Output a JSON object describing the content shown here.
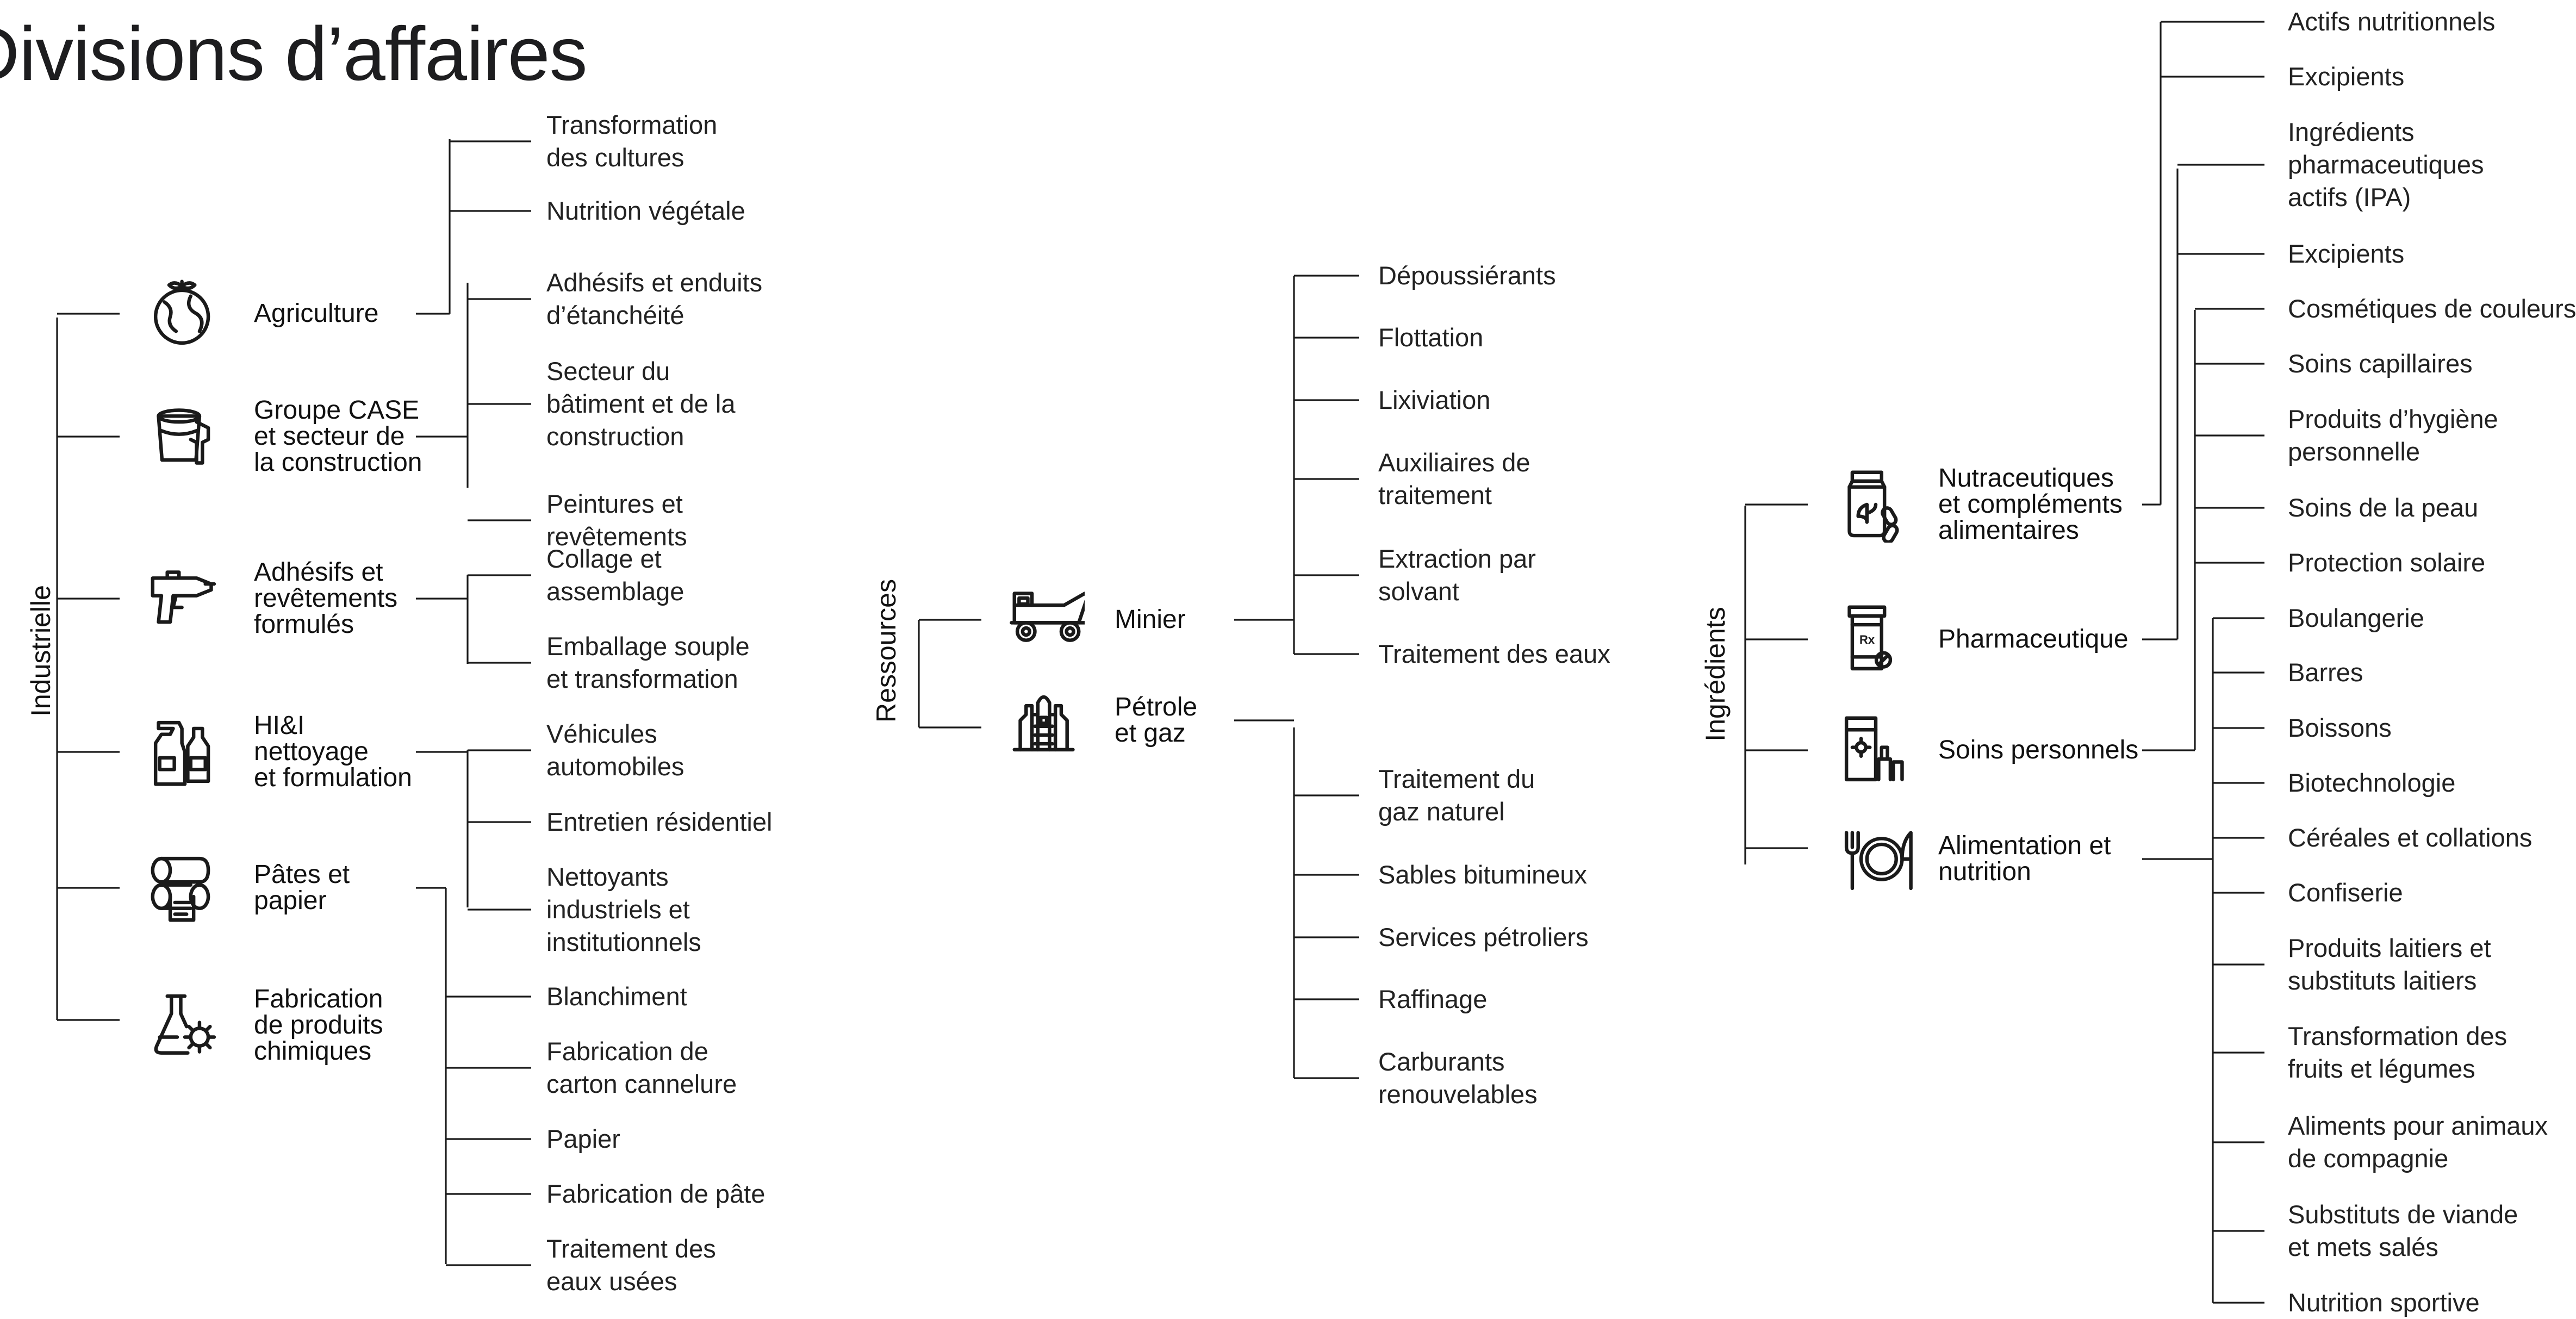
{
  "title": "Divisions d’affaires",
  "sections": [
    {
      "label": "Industrielle",
      "categories": [
        {
          "label": [
            "Agriculture"
          ],
          "icon": "globe-sprout-icon",
          "items": [
            [
              "Transformation",
              "des cultures"
            ],
            [
              "Nutrition végétale"
            ]
          ]
        },
        {
          "label": [
            "Groupe CASE",
            "et secteur de",
            "la construction"
          ],
          "icon": "paint-bucket-icon",
          "items": [
            [
              "Adhésifs et enduits",
              "d’étanchéité"
            ],
            [
              "Secteur du",
              "bâtiment et de la",
              "construction"
            ],
            [
              "Peintures et",
              "revêtements"
            ]
          ]
        },
        {
          "label": [
            "Adhésifs et",
            "revêtements",
            "formulés"
          ],
          "icon": "glue-gun-icon",
          "items": [
            [
              "Collage et",
              "assemblage"
            ],
            [
              "Emballage souple",
              "et transformation"
            ]
          ]
        },
        {
          "label": [
            "HI&I",
            "nettoyage",
            "et formulation"
          ],
          "icon": "cleaning-bottles-icon",
          "items": [
            [
              "Véhicules",
              "automobiles"
            ],
            [
              "Entretien résidentiel"
            ],
            [
              "Nettoyants",
              "industriels et",
              "institutionnels"
            ]
          ]
        },
        {
          "label": [
            "Pâtes et",
            "papier"
          ],
          "icon": "paper-rolls-icon",
          "items": [
            [
              "Blanchiment"
            ],
            [
              "Fabrication de",
              "carton cannelure"
            ],
            [
              "Papier"
            ],
            [
              "Fabrication de pâte"
            ],
            [
              "Traitement des",
              "eaux usées"
            ]
          ]
        },
        {
          "label": [
            "Fabrication",
            "de produits",
            "chimiques"
          ],
          "icon": "flask-gear-icon",
          "items": []
        }
      ]
    },
    {
      "label": "Ressources",
      "categories": [
        {
          "label": [
            "Minier"
          ],
          "icon": "mining-truck-icon",
          "items": [
            [
              "Dépoussiérants"
            ],
            [
              "Flottation"
            ],
            [
              "Lixiviation"
            ],
            [
              "Auxiliaires de",
              "traitement"
            ],
            [
              "Extraction par",
              "solvant"
            ],
            [
              "Traitement des eaux"
            ]
          ]
        },
        {
          "label": [
            "Pétrole",
            "et gaz"
          ],
          "icon": "oil-refinery-icon",
          "items": [
            [
              "Traitement du",
              "gaz naturel"
            ],
            [
              "Sables bitumineux"
            ],
            [
              "Services pétroliers"
            ],
            [
              "Raffinage"
            ],
            [
              "Carburants",
              "renouvelables"
            ]
          ]
        }
      ]
    },
    {
      "label": "Ingrédients",
      "categories": [
        {
          "label": [
            "Nutraceutiques",
            "et compléments",
            "alimentaires"
          ],
          "icon": "supplement-jar-icon",
          "items": [
            [
              "Actifs nutritionnels"
            ],
            [
              "Excipients"
            ]
          ]
        },
        {
          "label": [
            "Pharmaceutique"
          ],
          "icon": "prescription-bottle-icon",
          "icon_text": "Rx",
          "items": [
            [
              "Ingrédients",
              "pharmaceutiques",
              "actifs (IPA)"
            ],
            [
              "Excipients"
            ]
          ]
        },
        {
          "label": [
            "Soins personnels"
          ],
          "icon": "cosmetics-icon",
          "items": [
            [
              "Cosmétiques de couleurs"
            ],
            [
              "Soins capillaires"
            ],
            [
              "Produits d’hygiène",
              "personnelle"
            ],
            [
              "Soins de la peau"
            ],
            [
              "Protection solaire"
            ]
          ]
        },
        {
          "label": [
            "Alimentation et",
            "nutrition"
          ],
          "icon": "plate-cutlery-icon",
          "items": [
            [
              "Boulangerie"
            ],
            [
              "Barres"
            ],
            [
              "Boissons"
            ],
            [
              "Biotechnologie"
            ],
            [
              "Céréales et collations"
            ],
            [
              "Confiserie"
            ],
            [
              "Produits laitiers et",
              "substituts laitiers"
            ],
            [
              "Transformation des",
              "fruits et légumes"
            ],
            [
              "Aliments pour animaux",
              "de compagnie"
            ],
            [
              "Substituts de viande",
              "et mets salés"
            ],
            [
              "Nutrition sportive"
            ]
          ]
        }
      ]
    }
  ],
  "colors": {
    "text": "#1d1d1f",
    "line": "#1a1a1a",
    "background": "#ffffff"
  }
}
